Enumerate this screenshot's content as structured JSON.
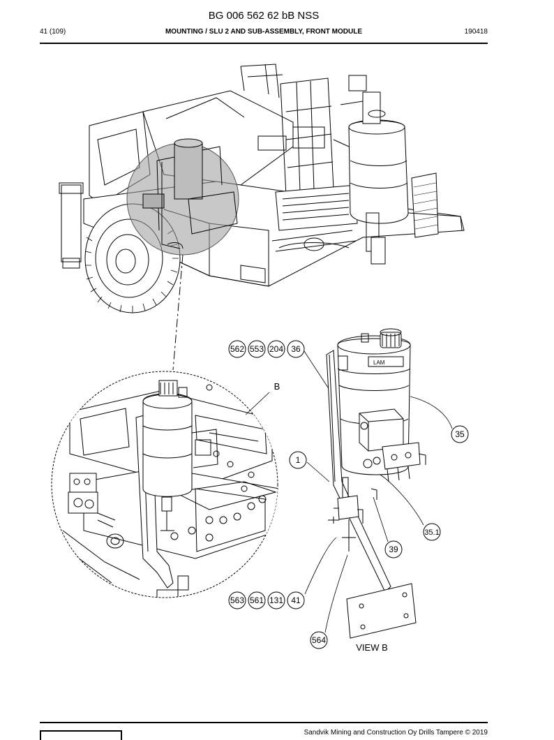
{
  "header": {
    "doc_number": "BG 006 562 62 bB NSS",
    "page": "41 (109)",
    "section_title": "MOUNTING / SLU 2 AND SUB-ASSEMBLY, FRONT MODULE",
    "date": "190418"
  },
  "callouts": {
    "c562a": "562",
    "c553": "553",
    "c204": "204",
    "c36": "36",
    "c35": "35",
    "c1": "1",
    "c35_1": "35.1",
    "c39": "39",
    "c563": "563",
    "c561": "561",
    "c131": "131",
    "c41": "41",
    "c564": "564"
  },
  "labels": {
    "detail_letter": "B",
    "view_caption": "VIEW B"
  },
  "footer": {
    "copyright": "Sandvik Mining and Construction Oy Drills Tampere © 2019"
  },
  "colors": {
    "line": "#000000",
    "highlight": "#9a9a9a"
  }
}
